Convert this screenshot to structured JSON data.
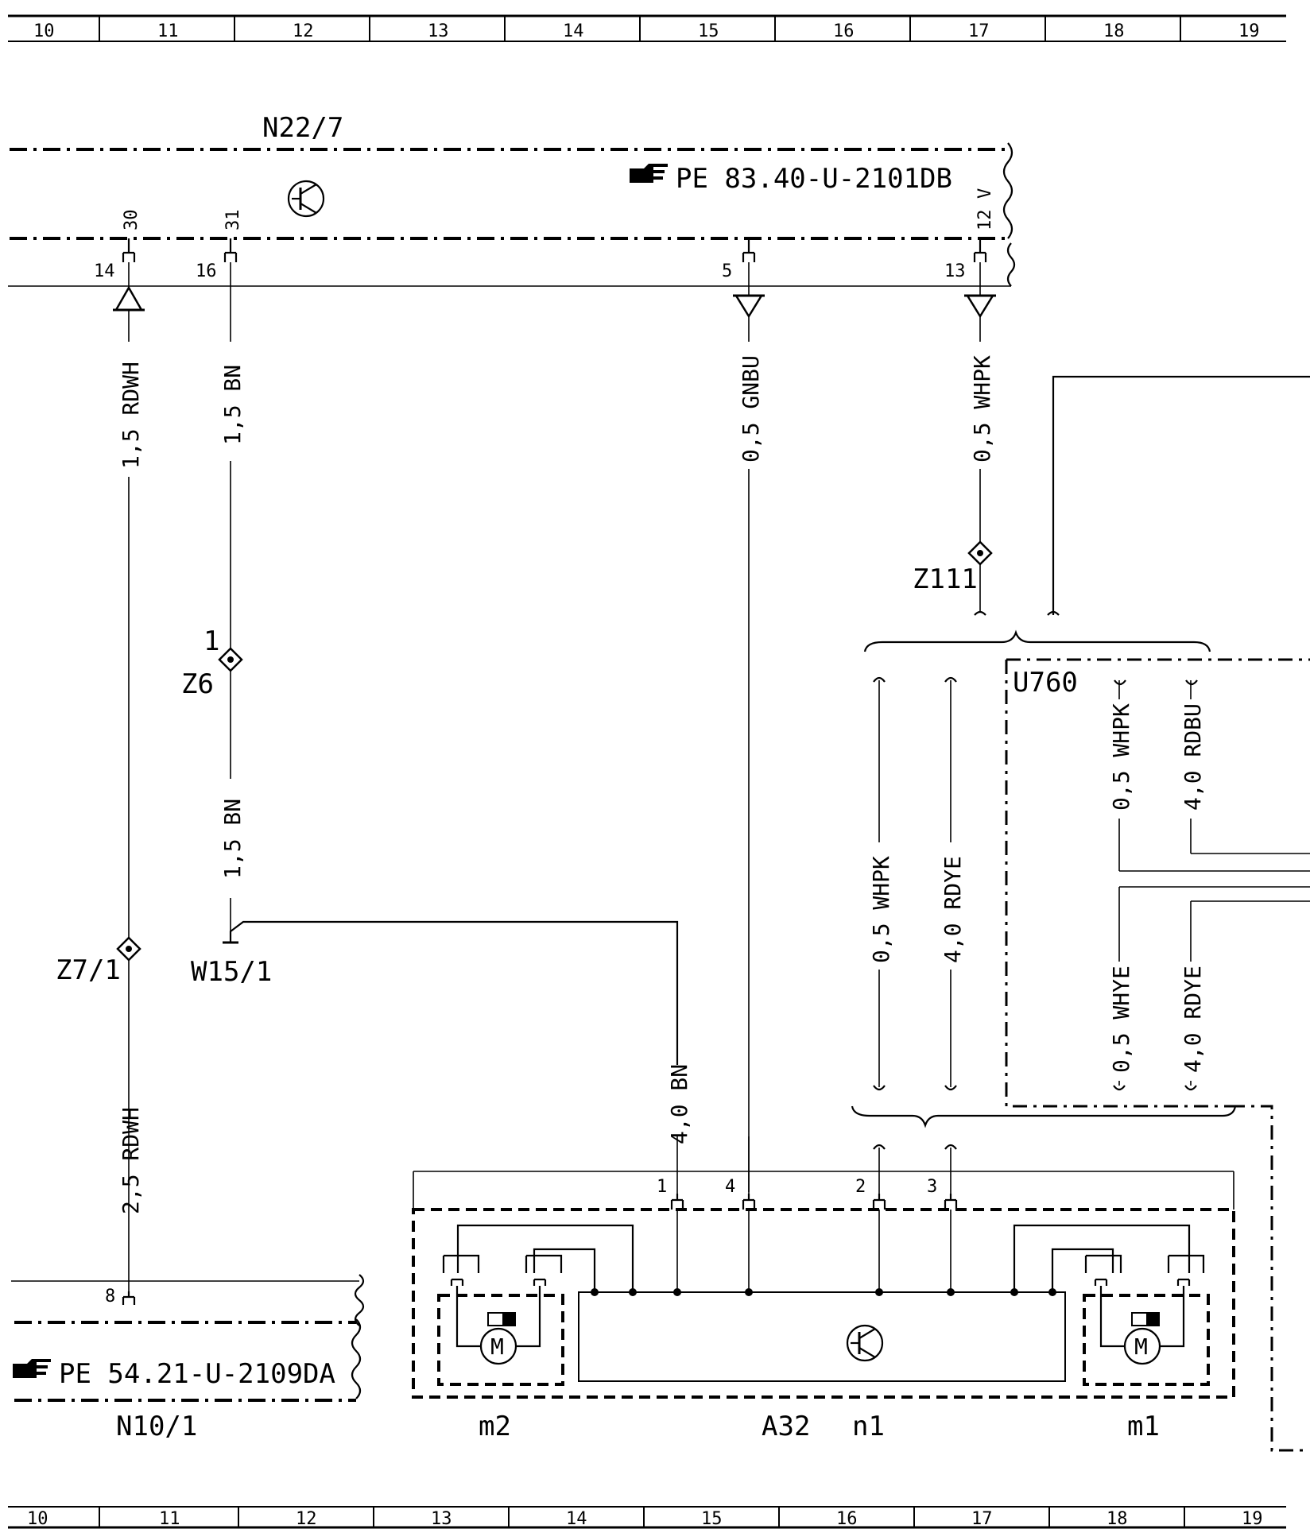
{
  "grid_top": [
    "10",
    "11",
    "12",
    "13",
    "14",
    "15",
    "16",
    "17",
    "18",
    "19"
  ],
  "grid_bottom": [
    "10",
    "11",
    "12",
    "13",
    "14",
    "15",
    "16",
    "17",
    "18",
    "19"
  ],
  "components": {
    "n22_7": {
      "label": "N22/7",
      "ref": "PE 83.40-U-2101DB"
    },
    "n10_1": {
      "label": "N10/1",
      "ref": "PE 54.21-U-2109DA"
    },
    "u760": {
      "label": "U760"
    },
    "a32": {
      "label": "A32",
      "n1": "n1",
      "m1": "m1",
      "m2": "m2"
    }
  },
  "pins": {
    "n22_top": [
      "30",
      "31",
      "12"
    ],
    "n22_bottom": [
      "14",
      "16",
      "5",
      "13"
    ],
    "n22_v": "V",
    "n10_pin": "8",
    "a32_pins": [
      "1",
      "4",
      "2",
      "3"
    ],
    "z6_pin": "1"
  },
  "splices": {
    "z6": "Z6",
    "z7_1": "Z7/1",
    "w15_1": "W15/1",
    "z111": "Z111"
  },
  "wires": {
    "w1": "1,5 RDWH",
    "w2": "1,5 BN",
    "w3": "0,5 GNBU",
    "w4": "0,5 WHPK",
    "w5": "1,5 BN",
    "w6": "2,5 RDWH",
    "w7": "4,0 BN",
    "w8": "0,5 WHPK",
    "w9": "4,0 RDYE",
    "w10": "0,5 WHPK",
    "w11": "4,0 RDBU",
    "w12": "0,5 WHYE",
    "w13": "4,0 RDYE"
  },
  "motor_glyph": "M"
}
